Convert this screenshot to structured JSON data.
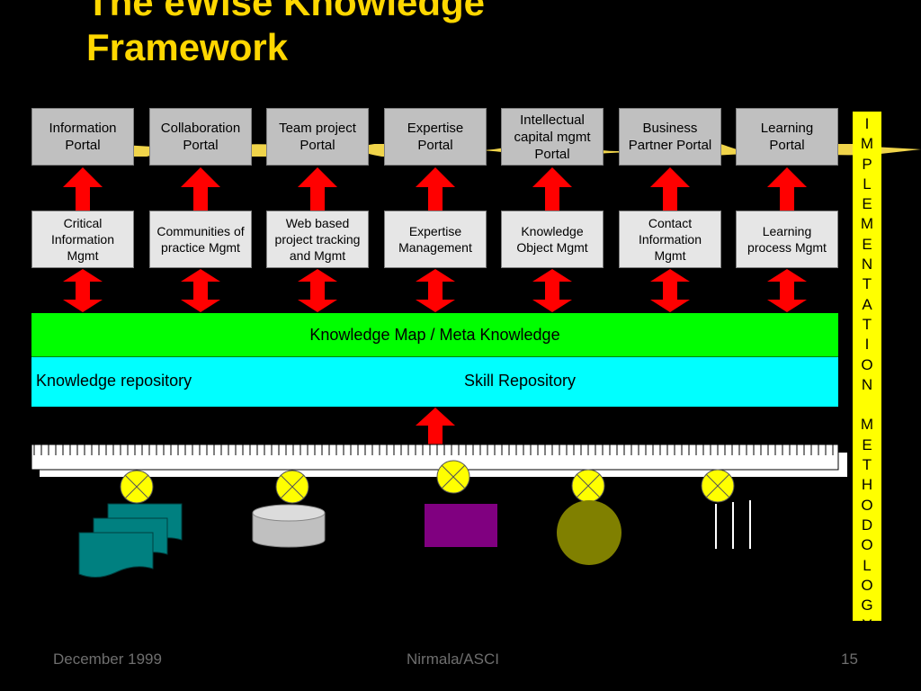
{
  "title": "The eWise Knowledge\nFramework",
  "portals": [
    {
      "label": "Information\nPortal"
    },
    {
      "label": "Collaboration\nPortal"
    },
    {
      "label": "Team project\nPortal"
    },
    {
      "label": "Expertise\nPortal"
    },
    {
      "label": "Intellectual\ncapital mgmt\nPortal"
    },
    {
      "label": "Business\nPartner Portal"
    },
    {
      "label": "Learning\nPortal"
    }
  ],
  "services": [
    {
      "label": "Critical\nInformation\nMgmt"
    },
    {
      "label": "Communities of\npractice Mgmt"
    },
    {
      "label": "Web based\nproject tracking\nand Mgmt"
    },
    {
      "label": "Expertise\nManagement"
    },
    {
      "label": "Knowledge\nObject Mgmt"
    },
    {
      "label": "Contact\nInformation\nMgmt"
    },
    {
      "label": "Learning\nprocess Mgmt"
    }
  ],
  "knowledge_map": "Knowledge Map / Meta Knowledge",
  "repositories": {
    "left": "Knowledge repository",
    "right": "Skill Repository"
  },
  "side_bar": "IMPLEMENTATION METHODOLOGY",
  "footer": {
    "date": "December 1999",
    "author": "Nirmala/ASCI",
    "page": "15"
  },
  "colors": {
    "title": "#ffd700",
    "portal_box": "#c0c0c0",
    "service_box": "#e6e6e6",
    "arrow": "#ff0000",
    "knowledge_map": "#00ff00",
    "repository": "#00ffff",
    "side_bar": "#ffff00",
    "connector": "#ffff00",
    "documents": "#008080",
    "database": "#c0c0c0",
    "application": "#800080",
    "person": "#808000"
  },
  "icons": [
    "documents-icon",
    "database-icon",
    "application-icon",
    "person-icon",
    "tools-icon"
  ]
}
